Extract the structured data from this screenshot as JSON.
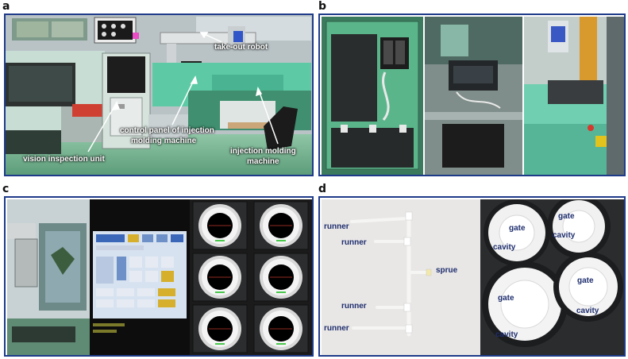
{
  "panel_labels": {
    "a": "a",
    "b": "b",
    "c": "c",
    "d": "d"
  },
  "panel_a": {
    "take_out_robot": "take-out robot",
    "vision_inspection_unit": "vision inspection unit",
    "control_panel_line1": "control panel of injection",
    "control_panel_line2": "molding machine",
    "injection_molding_line1": "injection molding",
    "injection_molding_line2": "machine"
  },
  "panel_d": {
    "runner_1": "runner",
    "runner_2": "runner",
    "sprue": "sprue",
    "runner_3": "runner",
    "runner_4": "runner",
    "gate_1": "gate",
    "cavity_1": "cavity",
    "gate_2": "gate",
    "cavity_2": "cavity",
    "gate_3": "gate",
    "cavity_3": "cavity",
    "gate_4": "gate",
    "cavity_4": "cavity"
  },
  "colors": {
    "border": "#1e3b8a",
    "label_text": "#1e2e6e",
    "annotation_text": "#ffffff"
  }
}
